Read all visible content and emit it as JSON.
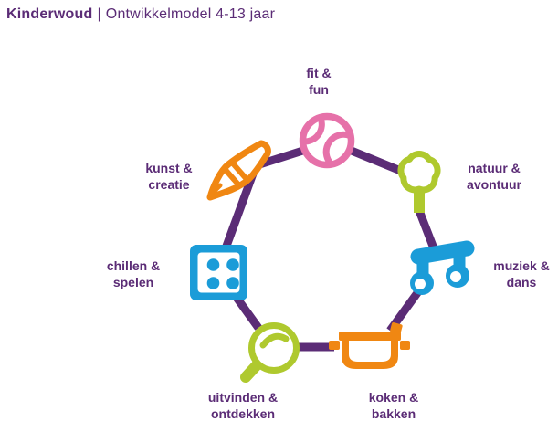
{
  "title": {
    "brand": "Kinderwoud",
    "separator": "|",
    "subtitle": "Ontwikkelmodel 4-13 jaar"
  },
  "colors": {
    "purple": "#5B2C76",
    "pink": "#E671A9",
    "green": "#AFC92E",
    "blue": "#1B9CD8",
    "orange": "#F08712"
  },
  "nodes": [
    {
      "id": "fit-fun",
      "line1": "fit &",
      "line2": "fun",
      "icon": "tennis-ball-icon"
    },
    {
      "id": "natuur-avontuur",
      "line1": "natuur &",
      "line2": "avontuur",
      "icon": "tree-icon"
    },
    {
      "id": "muziek-dans",
      "line1": "muziek &",
      "line2": "dans",
      "icon": "music-note-icon"
    },
    {
      "id": "koken-bakken",
      "line1": "koken &",
      "line2": "bakken",
      "icon": "cooking-pot-icon"
    },
    {
      "id": "uitvinden-ontdekken",
      "line1": "uitvinden &",
      "line2": "ontdekken",
      "icon": "magnifier-icon"
    },
    {
      "id": "chillen-spelen",
      "line1": "chillen &",
      "line2": "spelen",
      "icon": "dice-icon"
    },
    {
      "id": "kunst-creatie",
      "line1": "kunst &",
      "line2": "creatie",
      "icon": "paintbrush-icon"
    }
  ]
}
